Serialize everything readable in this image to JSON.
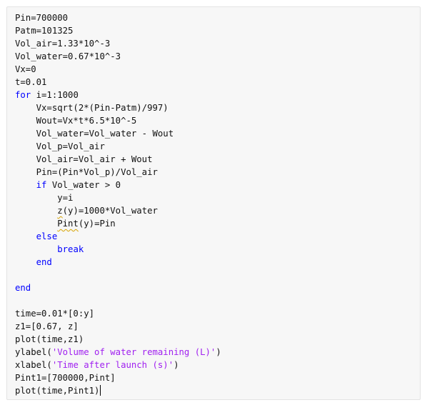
{
  "editor": {
    "lines": [
      "Pin=700000",
      "Patm=101325",
      "Vol_air=1.33*10^-3",
      "Vol_water=0.67*10^-3",
      "Vx=0",
      "t=0.01",
      {
        "kw": "for",
        "rest": " i=1:1000"
      },
      "    Vx=sqrt(2*(Pin-Patm)/997)",
      "    Wout=Vx*t*6.5*10^-5",
      "    Vol_water=Vol_water - Wout",
      "    Vol_p=Vol_air",
      "    Vol_air=Vol_air + Wout",
      "    Pin=(Pin*Vol_p)/Vol_air",
      {
        "indent": "    ",
        "kw": "if",
        "rest": " Vol_water > 0"
      },
      "        y=i",
      {
        "indent": "        ",
        "squiggle": "z",
        "rest": "(y)=1000*Vol_water"
      },
      {
        "indent": "        ",
        "squiggle": "Pint",
        "rest": "(y)=Pin"
      },
      {
        "indent": "    ",
        "kw": "else",
        "rest": ""
      },
      {
        "indent": "        ",
        "kw": "break",
        "rest": ""
      },
      {
        "indent": "    ",
        "kw": "end",
        "rest": ""
      },
      "",
      {
        "kw": "end",
        "rest": ""
      },
      "",
      "time=0.01*[0:y]",
      "z1=[0.67, z]",
      "plot(time,z1)",
      {
        "pre": "ylabel(",
        "str": "'Volume of water remaining (L)'",
        "post": ")"
      },
      {
        "pre": "xlabel(",
        "str": "'Time after launch (s)'",
        "post": ")"
      },
      "Pint1=[700000,Pint]",
      {
        "pre": "plot(time,Pint1)",
        "cursor": true
      }
    ],
    "colors": {
      "keyword": "#0000ff",
      "string": "#a020f0",
      "text": "#111111",
      "background": "#f7f7f7",
      "warning_underline": "#d7a300"
    }
  }
}
